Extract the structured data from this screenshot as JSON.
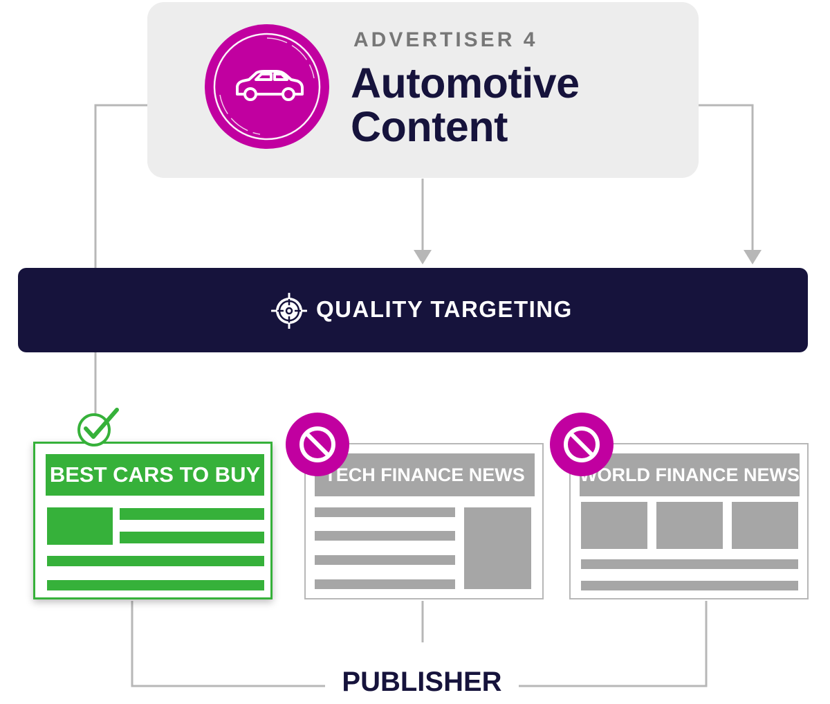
{
  "advertiser": {
    "eyebrow": "ADVERTISER 4",
    "title_line1": "Automotive",
    "title_line2": "Content",
    "badge_icon": "car-icon"
  },
  "targeting": {
    "label": "QUALITY TARGETING",
    "icon": "crosshair-icon"
  },
  "pages": [
    {
      "headline": "BEST CARS TO BUY",
      "status": "approved",
      "status_icon": "checkmark-icon"
    },
    {
      "headline": "TECH FINANCE NEWS",
      "status": "blocked",
      "status_icon": "blocked-icon"
    },
    {
      "headline": "WORLD FINANCE NEWS",
      "status": "blocked",
      "status_icon": "blocked-icon"
    }
  ],
  "publisher": {
    "label": "PUBLISHER"
  },
  "colors": {
    "brand_magenta": "#c100a0",
    "navy": "#16133c",
    "approved_green": "#36b13a",
    "blocked_grey": "#a6a6a6",
    "connector_grey": "#b7b7b7"
  }
}
